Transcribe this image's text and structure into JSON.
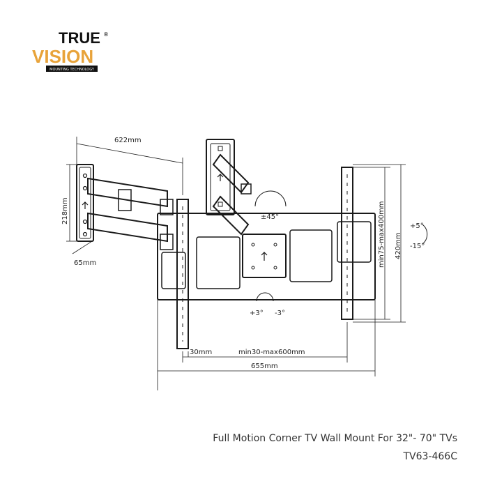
{
  "brand": {
    "top_word": "TRUE",
    "bottom_word": "VISION",
    "registered_mark": "®",
    "tagline": "MOUNTING TECHNOLOGY",
    "accent_color": "#e8a33a",
    "ink_color": "#111111"
  },
  "dimensions": {
    "arm_width": "622mm",
    "wall_plate_height": "218mm",
    "wall_plate_depth": "65mm",
    "swivel": "±45°",
    "tilt_up": "+5°",
    "tilt_down": "-15°",
    "rotate_left": "+3°",
    "rotate_right": "-3°",
    "vesa_height": "min75-max400mm",
    "plate_height": "420mm",
    "vesa_min_offset": "30mm",
    "vesa_width": "min30-max600mm",
    "total_width": "655mm"
  },
  "caption": {
    "title": "Full Motion Corner TV Wall Mount For 32\"- 70\" TVs",
    "model": "TV63-466C"
  }
}
